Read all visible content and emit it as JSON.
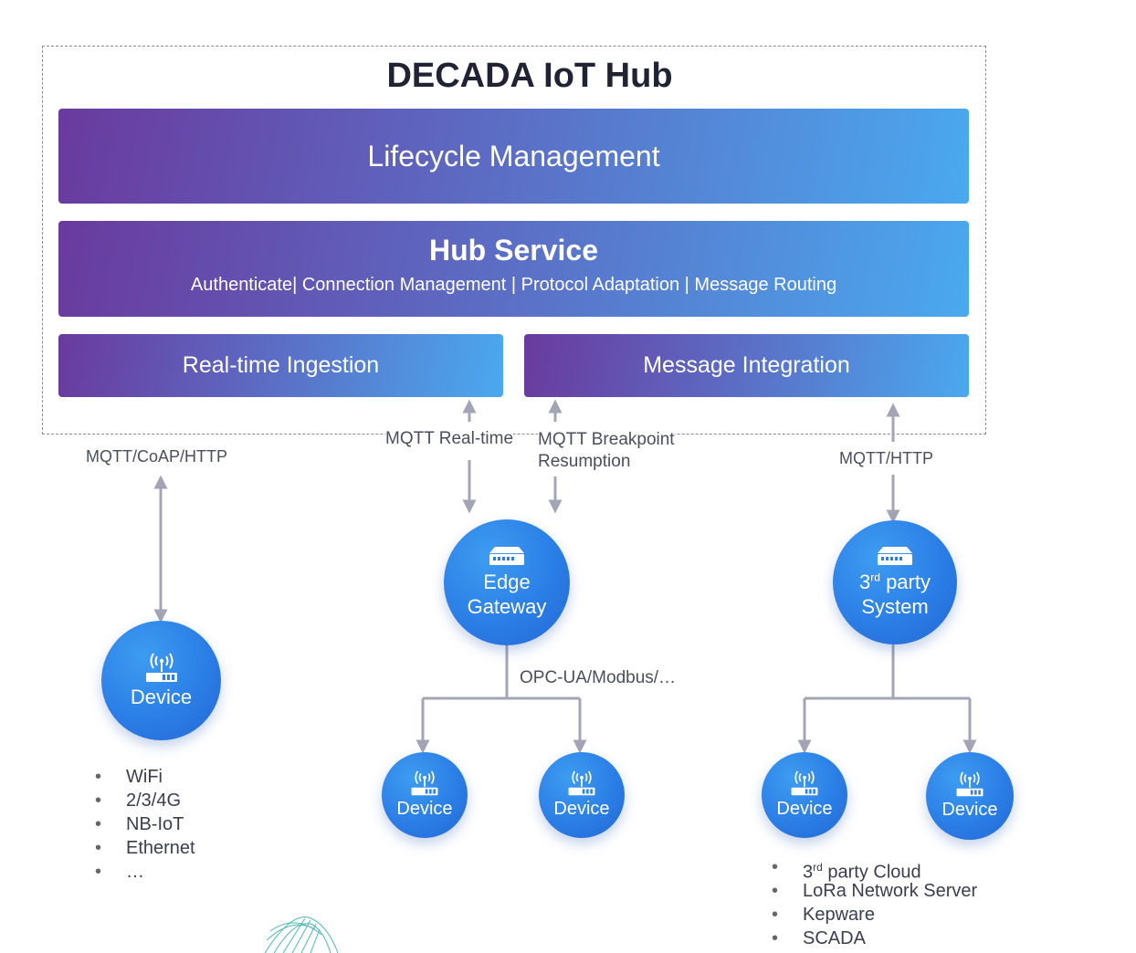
{
  "hub": {
    "title": "DECADA IoT Hub",
    "lifecycle": "Lifecycle Management",
    "hub_service_title": "Hub Service",
    "hub_service_sub": "Authenticate| Connection Management | Protocol Adaptation | Message Routing",
    "realtime": "Real-time Ingestion",
    "message_integration": "Message Integration"
  },
  "protocols": {
    "left": "MQTT/CoAP/HTTP",
    "mqtt_realtime": "MQTT Real-time",
    "mqtt_breakpoint_1": "MQTT Breakpoint",
    "mqtt_breakpoint_2": "Resumption",
    "right": "MQTT/HTTP",
    "opc": "OPC-UA/Modbus/…"
  },
  "nodes": {
    "device": "Device",
    "edge_1": "Edge",
    "edge_2": "Gateway",
    "third_sup": "rd",
    "third_1": "party",
    "third_2": "System"
  },
  "lists": {
    "left": [
      "WiFi",
      "2/3/4G",
      "NB-IoT",
      "Ethernet",
      "…"
    ],
    "right_first": "party Cloud",
    "right_first_sup": "rd",
    "right_rest": [
      "LoRa Network Server",
      "Kepware",
      "SCADA"
    ]
  },
  "colors": {
    "gradient_start": "#6a3a9e",
    "gradient_end": "#4aa9ef",
    "node_blue": "#2b7ee6",
    "connector_gray": "#a3a5b6"
  }
}
